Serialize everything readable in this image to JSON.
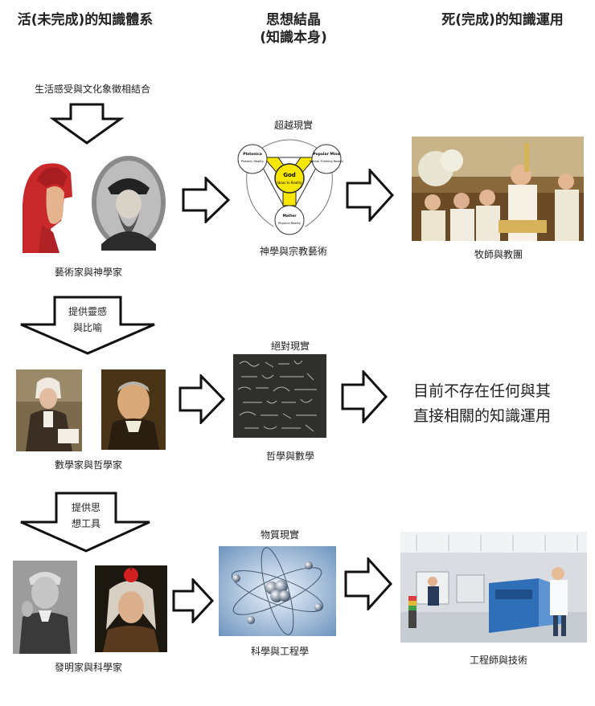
{
  "headers": {
    "left": "活(未完成)的知識體系",
    "middle_line1": "思想結晶",
    "middle_line2": "(知識本身)",
    "right": "死(完成)的知識運用"
  },
  "rows": [
    {
      "top_note": "生活感受與文化象徵相結合",
      "people_label": "藝術家與神學家",
      "crystal_title": "超越現實",
      "crystal_label": "神學與宗教藝術",
      "application_label": "牧師與教團"
    },
    {
      "arrow_text_line1": "提供靈感",
      "arrow_text_line2": "與比喻",
      "people_label": "數學家與哲學家",
      "crystal_title": "絕對現實",
      "crystal_label": "哲學與數學",
      "application_text_line1": "目前不存在任何與其",
      "application_text_line2": "直接相關的知識運用"
    },
    {
      "arrow_text_line1": "提供思",
      "arrow_text_line2": "想工具",
      "people_label": "發明家與科學家",
      "crystal_title": "物質現實",
      "crystal_label": "科學與工程學",
      "application_label": "工程師與技術"
    }
  ],
  "diagram": {
    "center": "God",
    "center_sub": "Ideas to Reality",
    "nodes": [
      "Platonica",
      "Platonic Reality",
      "Popular Mind",
      "Mental Thinking Reality",
      "Matter",
      "Physical Reality"
    ]
  },
  "colors": {
    "diagram_center": "#f7e600",
    "arrow_stroke": "#111111"
  }
}
